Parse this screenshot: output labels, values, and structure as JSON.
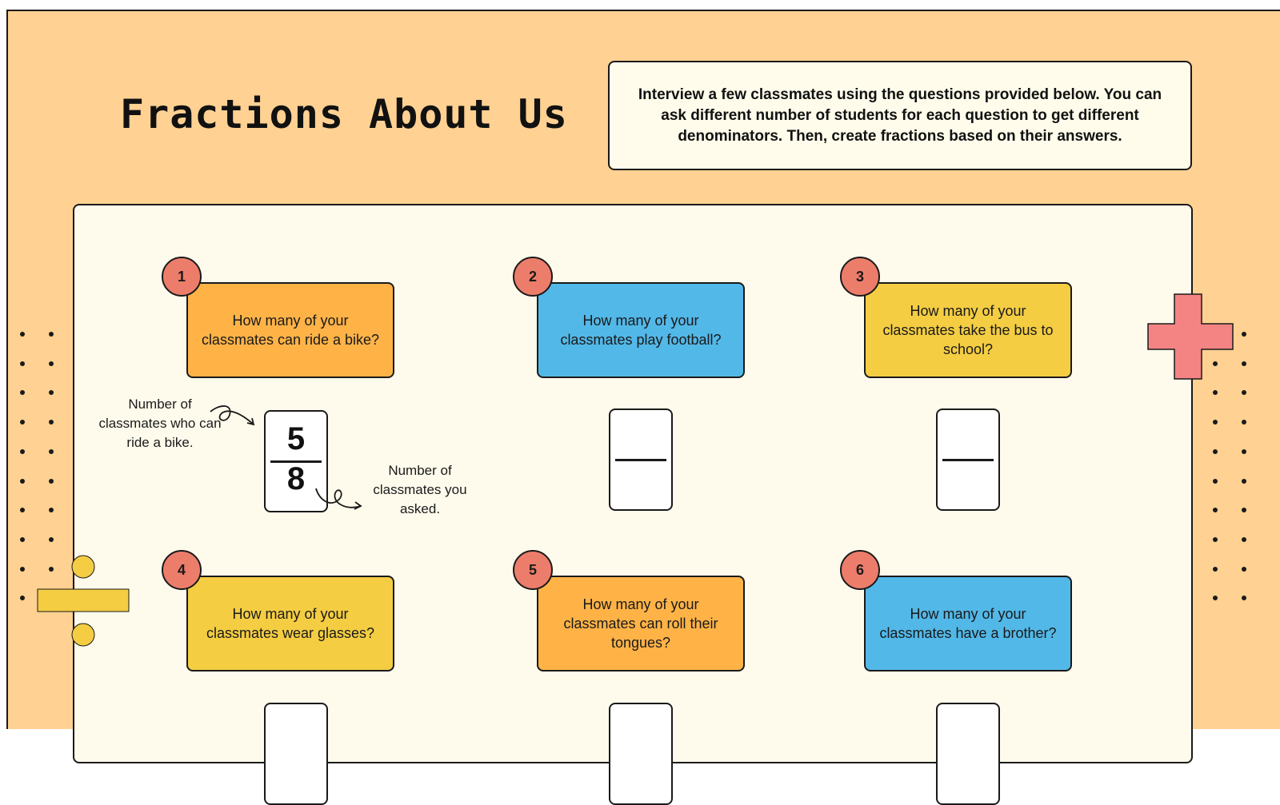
{
  "title": "Fractions About Us",
  "instructions": "Interview a few classmates using the questions provided below. You can ask different number of students for each question to get different denominators. Then, create fractions based on their answers.",
  "questions": [
    {
      "number": "1",
      "text": "How many of your classmates can ride a bike?",
      "color": "#ffb347"
    },
    {
      "number": "2",
      "text": "How many of your classmates play football?",
      "color": "#52b8e8"
    },
    {
      "number": "3",
      "text": "How many of your classmates take the bus to school?",
      "color": "#f4cd42"
    },
    {
      "number": "4",
      "text": "How many of your classmates wear glasses?",
      "color": "#f4cd42"
    },
    {
      "number": "5",
      "text": "How many of your classmates can roll their tongues?",
      "color": "#ffb347"
    },
    {
      "number": "6",
      "text": "How many of your classmates have a brother?",
      "color": "#52b8e8"
    }
  ],
  "example": {
    "numerator": "5",
    "denominator": "8",
    "numerator_note": "Number of classmates who can ride a bike.",
    "denominator_note": "Number of classmates you asked."
  },
  "colors": {
    "background": "#ffd192",
    "panel": "#fffbec",
    "badge": "#ed7d6b",
    "plus_sign": "#f48484",
    "divide_sign": "#f4cd42"
  },
  "icons": [
    "plus-icon",
    "divide-icon",
    "curly-arrow-icon"
  ]
}
